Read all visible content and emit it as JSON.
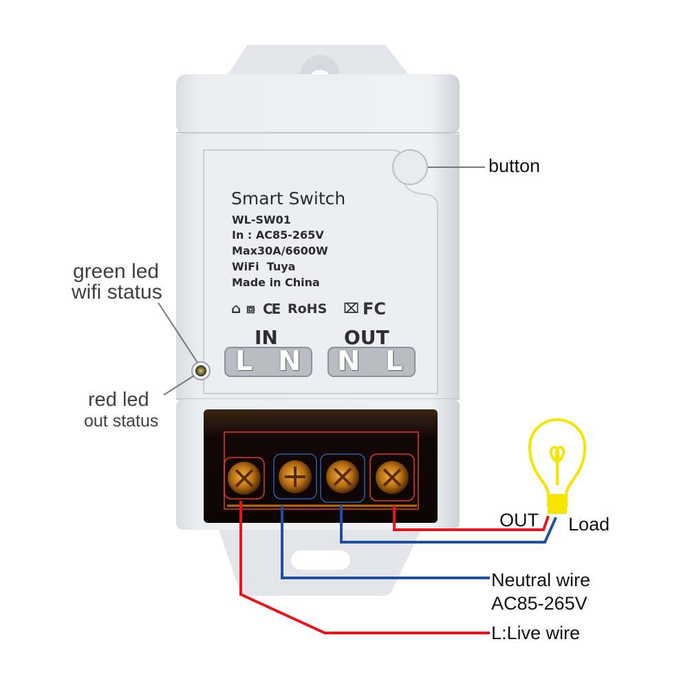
{
  "device": {
    "title": "Smart Switch",
    "model": "WL-SW01",
    "input": "In : AC85-265V",
    "max": "Max30A/6600W",
    "protocol": "WiFi  Tuya",
    "origin": "Made in China",
    "certifications": [
      "home-icon",
      "double-insulation-icon",
      "CE",
      "RoHS",
      "weee-bin-icon",
      "FC"
    ],
    "cert_text": {
      "ce": "CE",
      "rohs": "RoHS",
      "fc": "FC"
    },
    "terminal_groups": {
      "in": {
        "label": "IN",
        "terminals": [
          "L",
          "N"
        ]
      },
      "out": {
        "label": "OUT",
        "terminals": [
          "N",
          "L"
        ]
      }
    }
  },
  "callouts": {
    "button": "button",
    "green_led_line1": "green led",
    "green_led_line2": "wifi status",
    "red_led_line1": "red led",
    "red_led_line2": "out status",
    "out": "OUT",
    "load": "Load",
    "neutral_line1": "Neutral wire",
    "neutral_line2": "AC85-265V",
    "live": "L:Live wire"
  },
  "colors": {
    "live_wire": "#e8141b",
    "neutral_wire": "#1f4fa3",
    "bulb": "#f5e400",
    "housing": "#e9ebf0",
    "terminal_block": "#1a0d08",
    "screw": "#c98a1a",
    "leader_line": "#777777"
  }
}
